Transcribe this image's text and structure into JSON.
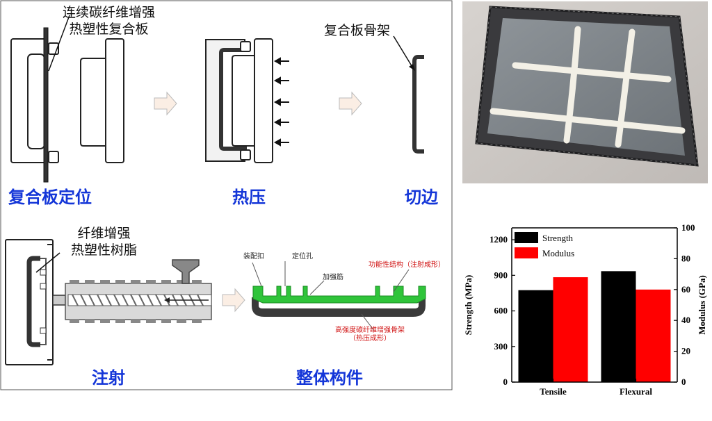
{
  "process": {
    "notes": {
      "cf_sheet": [
        "连续碳纤维增强",
        "热塑性复合板"
      ],
      "frame": "复合板骨架",
      "resin": [
        "纤维增强",
        "热塑性树脂"
      ]
    },
    "steps": [
      "复合板定位",
      "热压",
      "切边",
      "注射",
      "整体构件"
    ],
    "part_callouts": {
      "assembly_clip": "装配扣",
      "locating_hole": "定位孔",
      "rib": "加强筋",
      "functional": "功能性结构（注射成形）",
      "skeleton": [
        "高强度碳纤维增强骨架",
        "（热压成形）"
      ]
    },
    "colors": {
      "label_blue": "#1436d8",
      "part_green": "#2fc43a",
      "skeleton_dark": "#3a3a3a",
      "arrow_fill": "#fbeee4",
      "callout_red": "#d01010"
    }
  },
  "photo": {
    "icon": "composite-part-photo"
  },
  "chart_data": {
    "type": "bar",
    "categories": [
      "Tensile",
      "Flexural"
    ],
    "series": [
      {
        "name": "Strength",
        "axis": "left",
        "color": "#000000",
        "values": [
          775,
          935
        ]
      },
      {
        "name": "Modulus",
        "axis": "right",
        "color": "#ff0000",
        "values": [
          68,
          60
        ]
      }
    ],
    "ylabel": "Strength (MPa)",
    "ylabel_right": "Modulus (GPa)",
    "ylim": [
      0,
      1300
    ],
    "ylim_right": [
      0,
      100
    ],
    "yticks": [
      0,
      300,
      600,
      900,
      1200
    ],
    "yticks_right": [
      0,
      20,
      40,
      60,
      80,
      100
    ],
    "legend": "top-left",
    "grid": false
  }
}
